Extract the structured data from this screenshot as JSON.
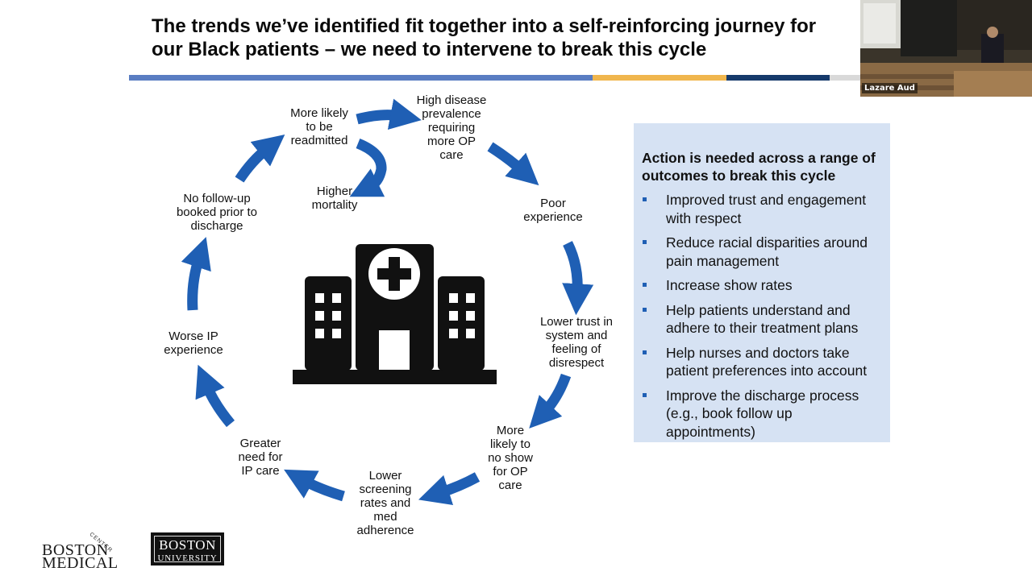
{
  "slide": {
    "title_lines": [
      "The trends we’ve identified fit together into a self-reinforcing journey for",
      "our Black patients – we need to intervene to break this cycle"
    ],
    "colors": {
      "rule_blue": "#5a7dc2",
      "rule_gold": "#f0b64d",
      "rule_navy": "#163a6b",
      "rule_gray": "#d9d9d9",
      "arrow_blue": "#1f5fb4",
      "panel_bg": "#d6e2f3"
    }
  },
  "cycle": {
    "nodes": {
      "high_prevalence": "High disease\nprevalence\nrequiring\nmore OP\ncare",
      "poor_experience": "Poor\nexperience",
      "lower_trust": "Lower trust in\nsystem and\nfeeling of\ndisrespect",
      "no_show": "More\nlikely to\nno show\nfor OP\ncare",
      "lower_screening": "Lower\nscreening\nrates and\nmed\nadherence",
      "greater_need": "Greater\nneed for\nIP care",
      "worse_ip": "Worse IP\nexperience",
      "no_follow_up": "No follow-up\nbooked prior to\ndischarge",
      "readmitted": "More likely\nto be\nreadmitted",
      "mortality": "Higher\nmortality"
    },
    "center_icon": "hospital-building-icon"
  },
  "panel": {
    "heading": "Action is needed across a range of outcomes to break this cycle",
    "bullets": [
      "Improved trust and engagement with respect",
      "Reduce racial disparities around pain management",
      "Increase show rates",
      "Help patients understand and adhere to their treatment plans",
      "Help nurses and doctors take patient preferences into account",
      "Improve the discharge process (e.g., book follow up appointments)"
    ]
  },
  "video": {
    "participant_label": "Lazare Aud"
  },
  "logos": {
    "bmc_line1": "BOSTON",
    "bmc_line2": "MEDICAL",
    "bmc_center": "CENTER",
    "bu_line1": "BOSTON",
    "bu_line2": "UNIVERSITY"
  }
}
